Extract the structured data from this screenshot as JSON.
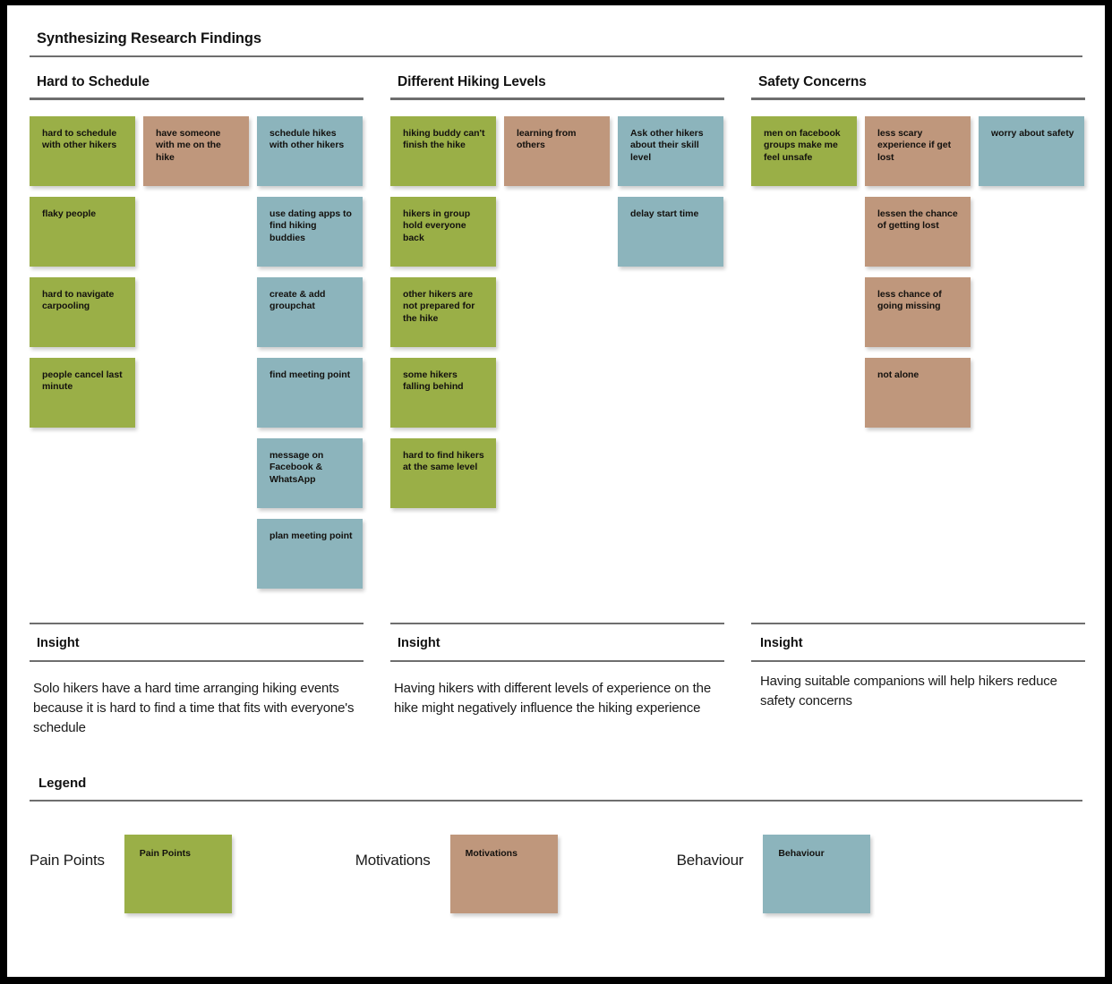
{
  "board": {
    "title": "Synthesizing Research Findings"
  },
  "colors": {
    "pain_points": "#9aaf47",
    "motivations": "#bf977c",
    "behaviour": "#8cb4bc",
    "rule": "#6e6e6e",
    "background": "#ffffff",
    "frame": "#000000"
  },
  "columns": [
    {
      "title": "Hard to Schedule",
      "pain_points": [
        "hard to schedule with other hikers",
        "flaky people",
        "hard to navigate carpooling",
        "people cancel last minute"
      ],
      "motivations": [
        "have someone with me on the hike"
      ],
      "behaviour": [
        "schedule hikes with other hikers",
        "use dating apps to find hiking buddies",
        "create & add groupchat",
        "find meeting point",
        "message on Facebook & WhatsApp",
        "plan meeting point"
      ],
      "insight_label": "Insight",
      "insight_text": "Solo hikers have a hard time arranging hiking events because it is hard to find a time that fits with everyone's schedule"
    },
    {
      "title": "Different Hiking Levels",
      "pain_points": [
        "hiking buddy can't finish the hike",
        "hikers in group hold everyone back",
        "other hikers are not prepared for the hike",
        "some hikers falling behind",
        "hard to find hikers at the same level"
      ],
      "motivations": [
        "learning from others"
      ],
      "behaviour": [
        "Ask other hikers about their skill level",
        "delay start time"
      ],
      "insight_label": "Insight",
      "insight_text": "Having hikers with different levels of experience on the hike might negatively influence the hiking experience"
    },
    {
      "title": "Safety Concerns",
      "pain_points": [
        "men on facebook groups make me feel unsafe"
      ],
      "motivations": [
        "less scary experience if get lost",
        "lessen the chance of getting lost",
        "less chance of going missing",
        "not alone"
      ],
      "behaviour": [
        "worry about safety"
      ],
      "insight_label": "Insight",
      "insight_text": "Having suitable companions will help hikers reduce safety concerns"
    }
  ],
  "legend": {
    "title": "Legend",
    "items": [
      {
        "label": "Pain Points",
        "swatch_label": "Pain Points",
        "type": "pain"
      },
      {
        "label": "Motivations",
        "swatch_label": "Motivations",
        "type": "motivation"
      },
      {
        "label": "Behaviour",
        "swatch_label": "Behaviour",
        "type": "behaviour"
      }
    ]
  }
}
